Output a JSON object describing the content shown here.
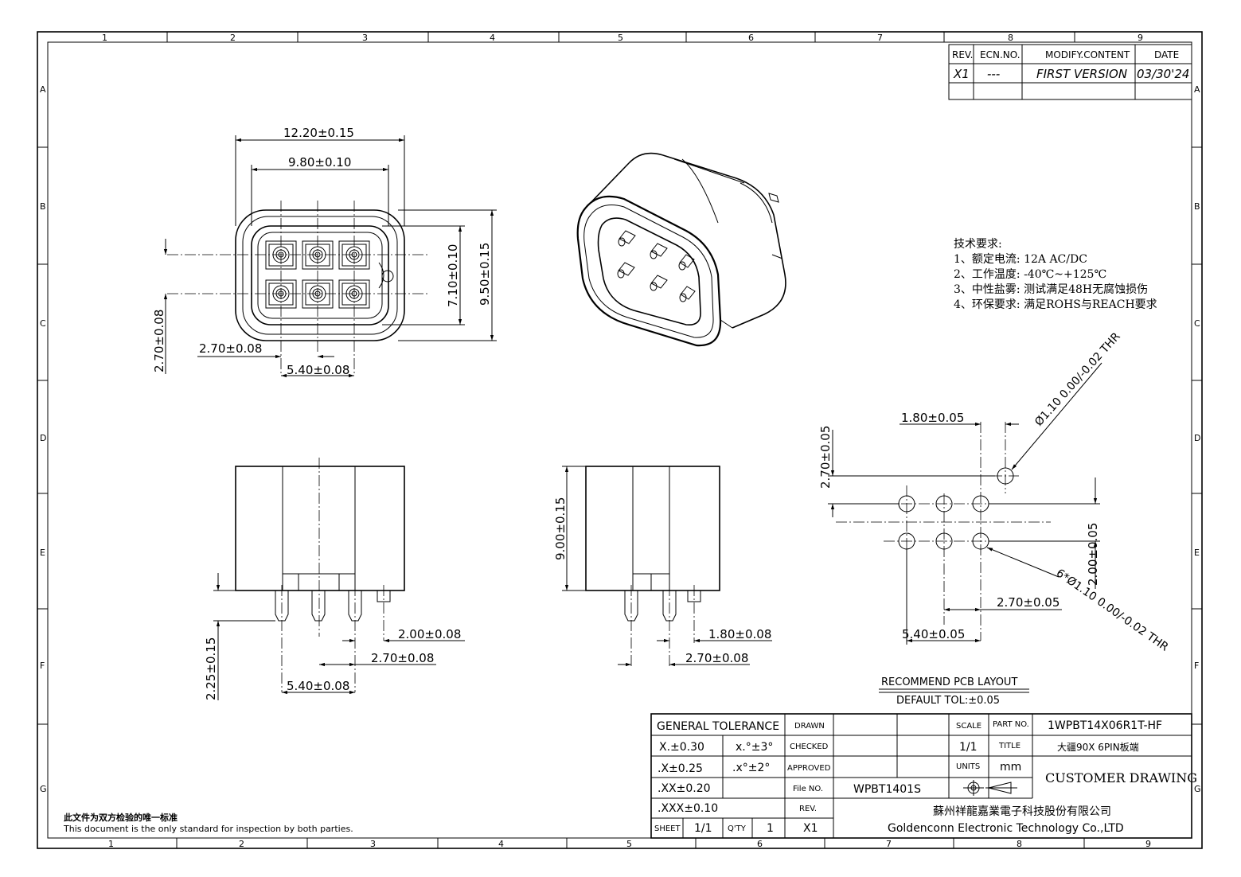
{
  "frame": {
    "columns": [
      "1",
      "2",
      "3",
      "4",
      "5",
      "6",
      "7",
      "8",
      "9"
    ],
    "rows": [
      "A",
      "B",
      "C",
      "D",
      "E",
      "F",
      "G"
    ]
  },
  "revision": {
    "headers": [
      "REV.",
      "ECN.NO.",
      "MODIFY.CONTENT",
      "DATE"
    ],
    "row": [
      "X1",
      "---",
      "FIRST VERSION",
      "03/30'24"
    ]
  },
  "front_view": {
    "dims": [
      "12.20±0.15",
      "9.80±0.10",
      "7.10±0.10",
      "9.50±0.15",
      "2.70±0.08",
      "2.70±0.08",
      "5.40±0.08"
    ]
  },
  "side_view_left": {
    "dims": [
      "2.00±0.08",
      "2.70±0.08",
      "2.25±0.15",
      "5.40±0.08"
    ]
  },
  "side_view_right": {
    "dims": [
      "9.00±0.15",
      "1.80±0.08",
      "2.70±0.08"
    ]
  },
  "tech_notes": {
    "title": "技术要求:",
    "items": [
      "1、额定电流: 12A AC/DC",
      "2、工作温度: -40℃~+125℃",
      "3、中性盐雾: 测试满足48H无腐蚀损伤",
      "4、环保要求: 满足ROHS与REACH要求"
    ]
  },
  "pcb_layout": {
    "dims": [
      "1.80±0.05",
      "2.70±0.05",
      "2.00±0.05",
      "2.70±0.05",
      "5.40±0.05"
    ],
    "hole_single": "Ø1.10 0.00/-0.02 THR",
    "hole_multi": "6*Ø1.10 0.00/-0.02 THR",
    "title": "RECOMMEND PCB LAYOUT",
    "tolerance": "DEFAULT TOL:±0.05"
  },
  "title_block": {
    "general_tolerance": "GENERAL TOLERANCE",
    "tolerances": [
      "X.±0.30",
      ".X±0.25",
      ".XX±0.20",
      ".XXX±0.10"
    ],
    "angles": [
      "x.°±3°",
      ".x°±2°"
    ],
    "drawn": "DRAWN",
    "checked": "CHECKED",
    "approved": "APPROVED",
    "file_no_label": "File NO.",
    "file_no": "WPBT1401S",
    "rev_label": "REV.",
    "rev": "X1",
    "sheet_label": "SHEET",
    "sheet": "1/1",
    "qty_label": "Q'TY",
    "qty": "1",
    "scale_label": "SCALE",
    "scale": "1/1",
    "units_label": "UNITS",
    "units": "mm",
    "part_no_label": "PART NO.",
    "part_no": "1WPBT14X06R1T-HF",
    "title_label": "TITLE",
    "title": "大疆90X 6PIN板端",
    "customer_drawing": "CUSTOMER DRAWING",
    "company_cn": "蘇州祥龍嘉業電子科技股份有限公司",
    "company_en": "Goldenconn Electronic Technology Co.,LTD"
  },
  "notice": {
    "cn": "此文件为双方检验的唯一标准",
    "en": "This document is the only standard for inspection by both parties."
  }
}
